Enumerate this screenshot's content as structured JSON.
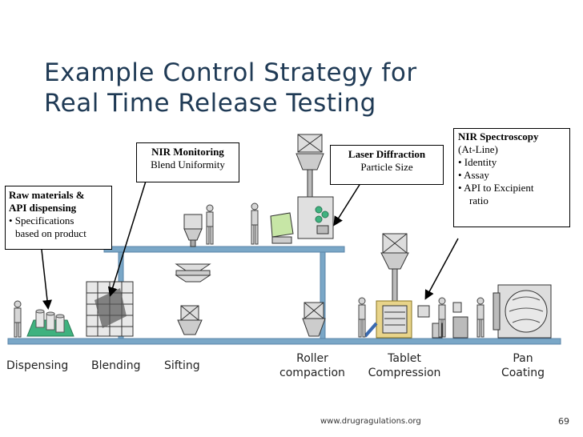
{
  "slide": {
    "title": "Example Control Strategy for\nReal Time Release Testing",
    "footer_url": "www.drugragulations.org",
    "page_number": "69"
  },
  "callouts": {
    "nir_monitoring": {
      "heading": "NIR Monitoring",
      "lines": [
        "Blend Uniformity"
      ]
    },
    "laser": {
      "heading": "Laser Diffraction",
      "lines": [
        "Particle Size"
      ]
    },
    "nir_spec": {
      "heading": "NIR Spectroscopy",
      "lines": [
        "(At-Line)",
        "• Identity",
        "• Assay",
        "• API to Excipient",
        "ratio"
      ]
    },
    "raw": {
      "heading": "Raw materials &",
      "heading2": "API dispensing",
      "lines": [
        "• Specifications",
        "based on product"
      ]
    }
  },
  "stages": {
    "dispensing": "Dispensing",
    "blending": "Blending",
    "sifting": "Sifting",
    "roller1": "Roller",
    "roller2": "compaction",
    "tablet1": "Tablet",
    "tablet2": "Compression",
    "pan1": "Pan",
    "pan2": "Coating"
  },
  "colors": {
    "title": "#1f3a55",
    "platform": "#7aa7c7",
    "platform_edge": "#5b86a8",
    "equipment": "#d9d9d9",
    "accent_green": "#3fb27f"
  }
}
